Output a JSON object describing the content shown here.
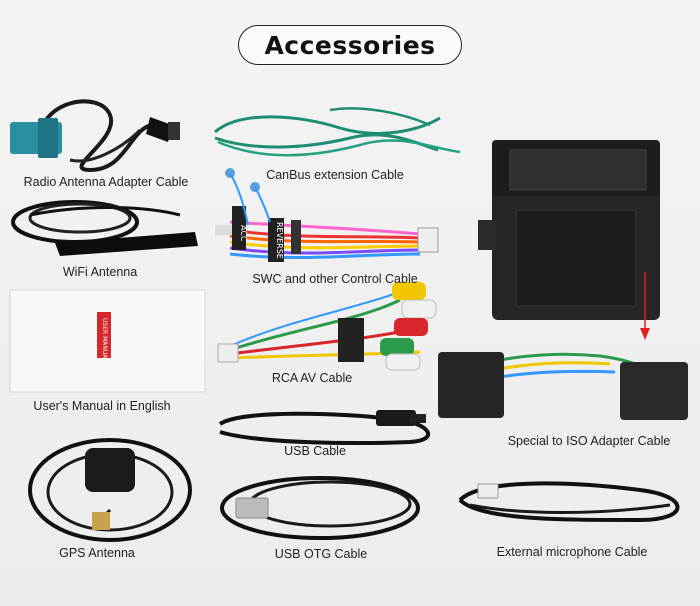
{
  "title": "Accessories",
  "items": [
    {
      "label": "Radio Antenna Adapter Cable"
    },
    {
      "label": "CanBus extension Cable"
    },
    {
      "label": "WiFi Antenna"
    },
    {
      "label": "SWC and other Control Cable"
    },
    {
      "label": "RCA AV Cable"
    },
    {
      "label": "User's Manual in English"
    },
    {
      "label": "USB Cable"
    },
    {
      "label": "Special to ISO Adapter Cable"
    },
    {
      "label": "GPS Antenna"
    },
    {
      "label": "USB OTG Cable"
    },
    {
      "label": "External microphone Cable"
    }
  ],
  "printed_text": {
    "manual_tag": "USER MANUAL",
    "wire_tag_1": "ACC",
    "wire_tag_2": "REVERSE"
  },
  "colors": {
    "accent_arrow": "#e02020",
    "canbus_wire": "#1f8c74",
    "fakra_connector": "#2a8fa0",
    "rca_yellow": "#f2c600",
    "rca_red": "#d8262b",
    "rca_white": "#f0f0f0",
    "rca_green": "#2b9b4a"
  }
}
